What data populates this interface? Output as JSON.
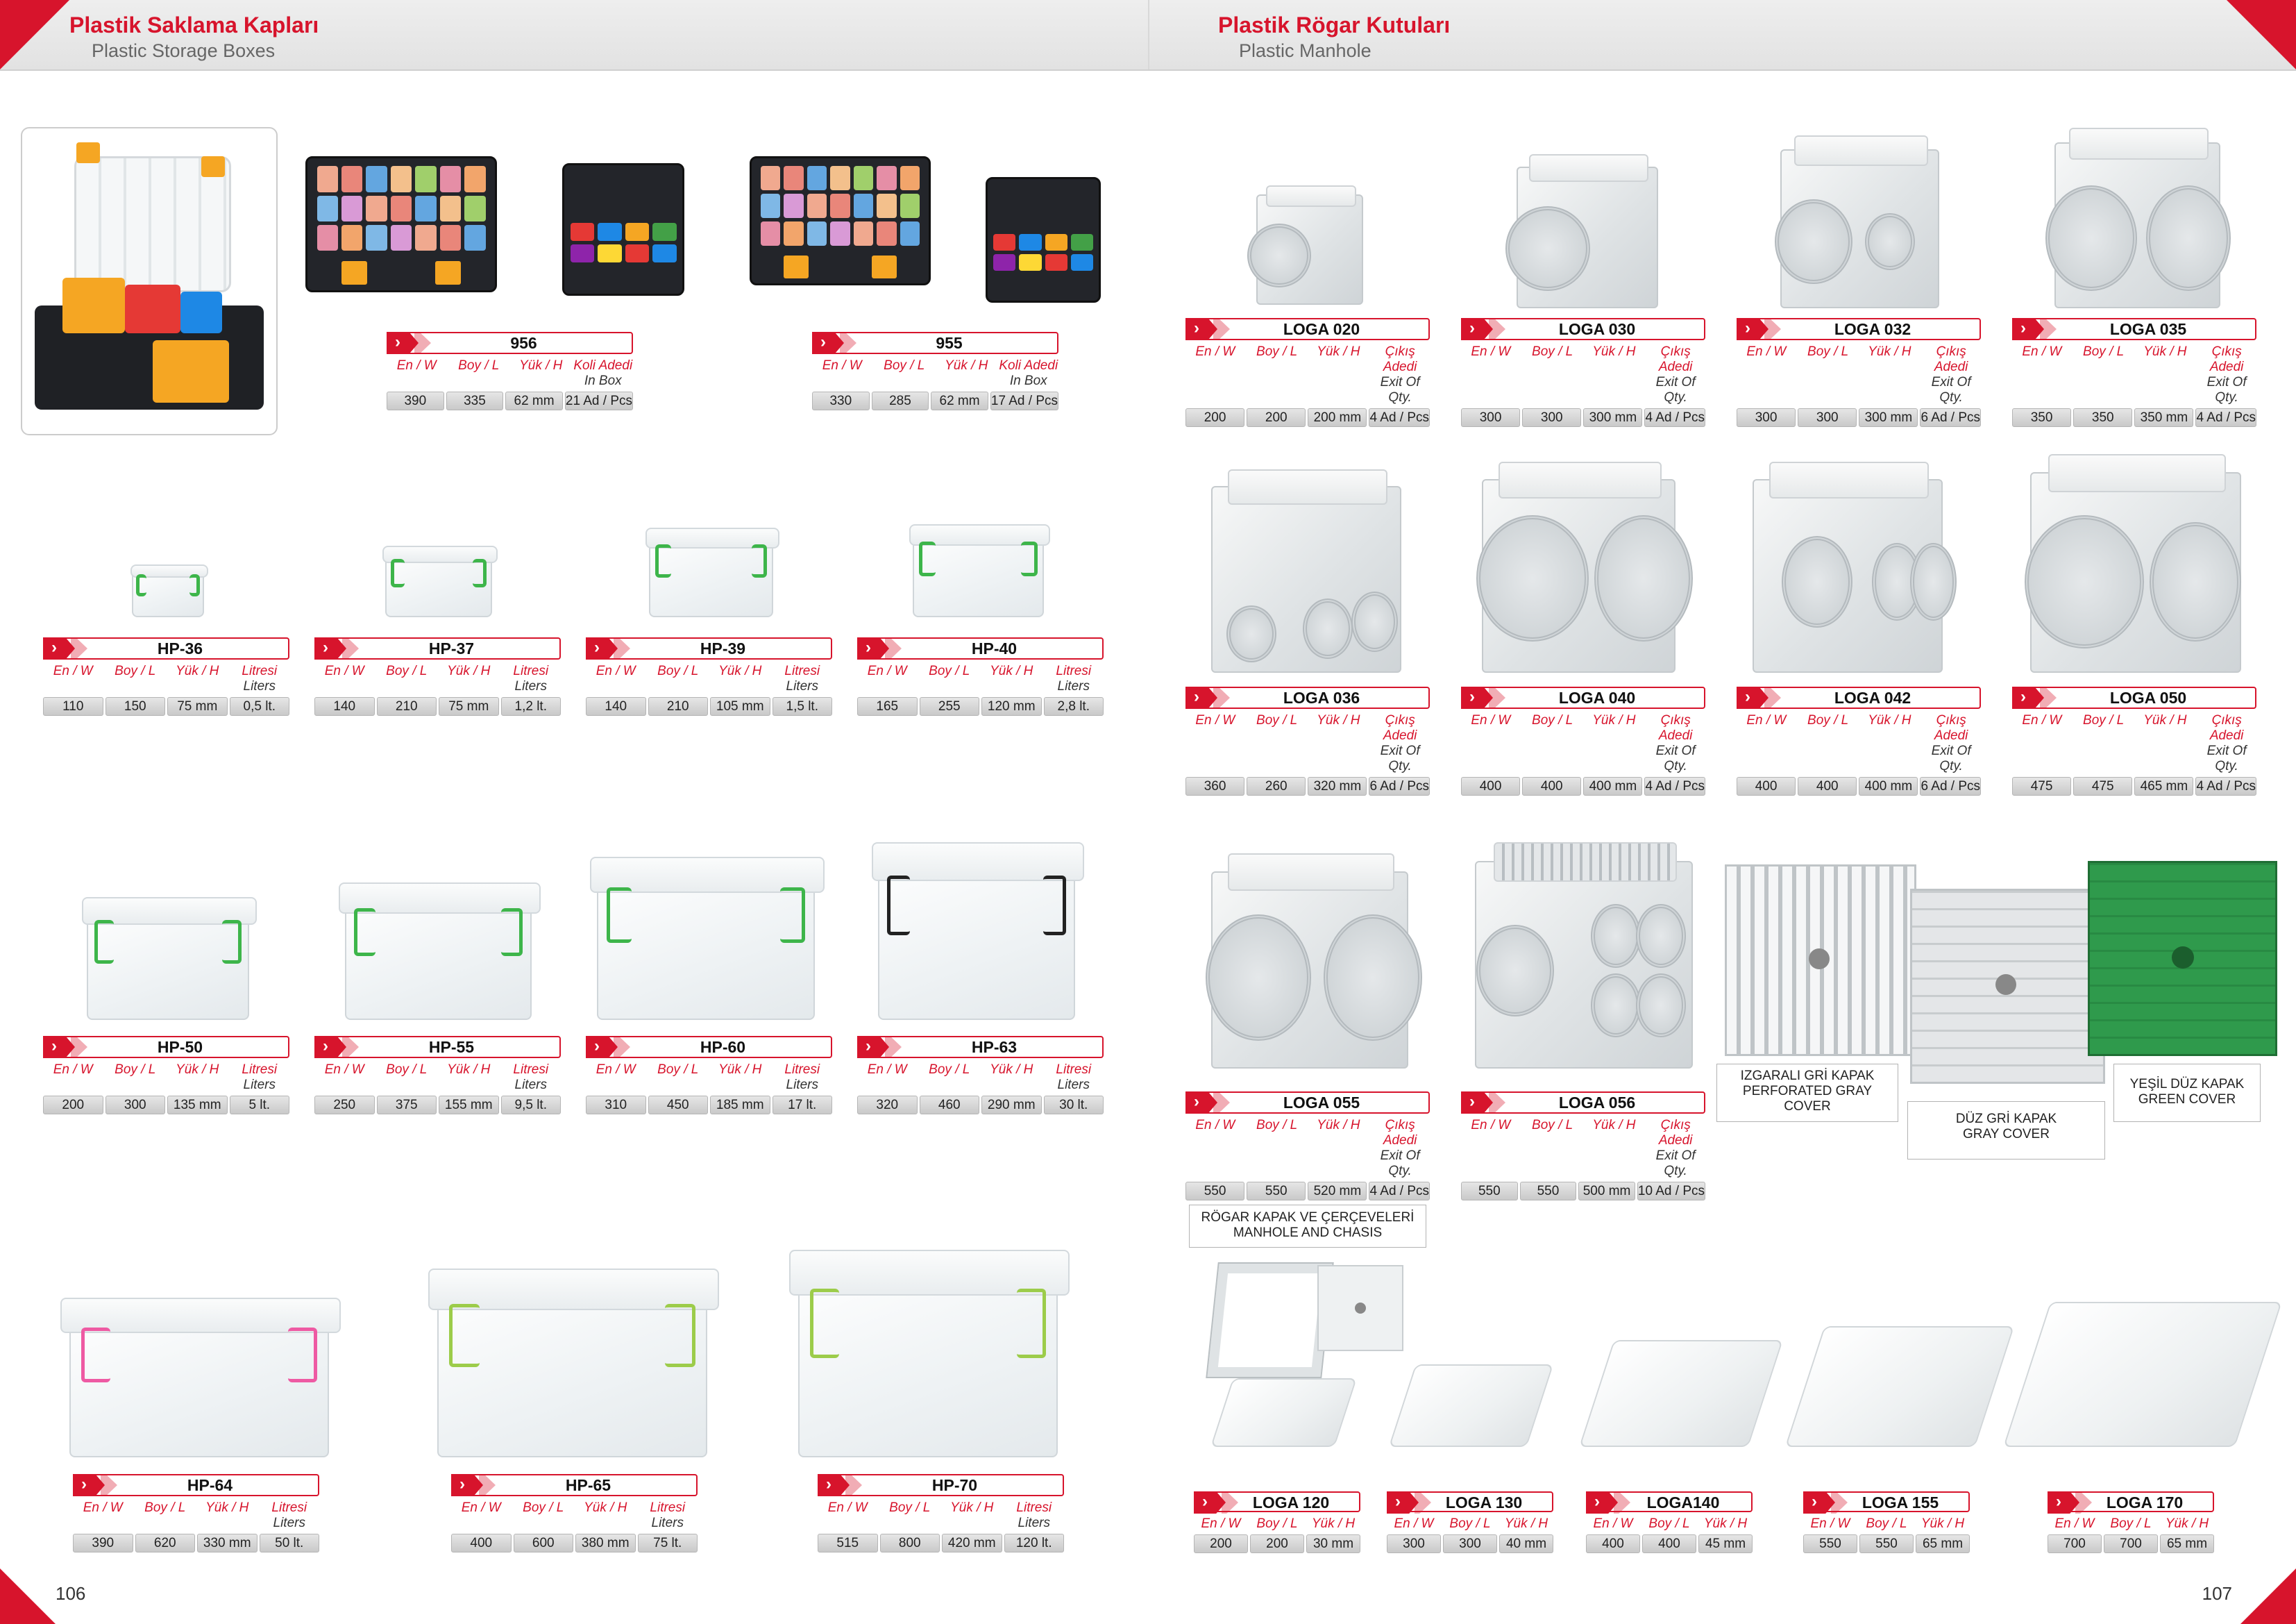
{
  "header": {
    "left_title_tr": "Plastik Saklama Kapları",
    "left_title_en": "Plastic Storage Boxes",
    "right_title_tr": "Plastik Rögar Kutuları",
    "right_title_en": "Plastic Manhole"
  },
  "page_numbers": {
    "left": "106",
    "right": "107"
  },
  "labels": {
    "w": "En / W",
    "l": "Boy / L",
    "h": "Yük / H",
    "inbox_tr": "Koli Adedi",
    "inbox_en": "In Box",
    "liters_tr": "Litresi",
    "liters_en": "Liters",
    "exit_tr": "Çıkış Adedi",
    "exit_en": "Exit Of Qty."
  },
  "organizers": [
    {
      "name": "956",
      "values": [
        "390",
        "335",
        "62 mm",
        "21 Ad / Pcs"
      ]
    },
    {
      "name": "955",
      "values": [
        "330",
        "285",
        "62 mm",
        "17 Ad / Pcs"
      ]
    }
  ],
  "boxes_row1": [
    {
      "name": "HP-36",
      "values": [
        "110",
        "150",
        "75 mm",
        "0,5 lt."
      ]
    },
    {
      "name": "HP-37",
      "values": [
        "140",
        "210",
        "75 mm",
        "1,2 lt."
      ]
    },
    {
      "name": "HP-39",
      "values": [
        "140",
        "210",
        "105 mm",
        "1,5 lt."
      ]
    },
    {
      "name": "HP-40",
      "values": [
        "165",
        "255",
        "120 mm",
        "2,8 lt."
      ]
    }
  ],
  "boxes_row2": [
    {
      "name": "HP-50",
      "values": [
        "200",
        "300",
        "135 mm",
        "5 lt."
      ]
    },
    {
      "name": "HP-55",
      "values": [
        "250",
        "375",
        "155 mm",
        "9,5 lt."
      ]
    },
    {
      "name": "HP-60",
      "values": [
        "310",
        "450",
        "185 mm",
        "17 lt."
      ]
    },
    {
      "name": "HP-63",
      "values": [
        "320",
        "460",
        "290 mm",
        "30 lt."
      ]
    }
  ],
  "boxes_row3": [
    {
      "name": "HP-64",
      "values": [
        "390",
        "620",
        "330 mm",
        "50 lt."
      ]
    },
    {
      "name": "HP-65",
      "values": [
        "400",
        "600",
        "380 mm",
        "75 lt."
      ]
    },
    {
      "name": "HP-70",
      "values": [
        "515",
        "800",
        "420 mm",
        "120 lt."
      ]
    }
  ],
  "manhole_row1": [
    {
      "name": "LOGA 020",
      "values": [
        "200",
        "200",
        "200 mm",
        "4 Ad / Pcs"
      ]
    },
    {
      "name": "LOGA 030",
      "values": [
        "300",
        "300",
        "300 mm",
        "4 Ad / Pcs"
      ]
    },
    {
      "name": "LOGA 032",
      "values": [
        "300",
        "300",
        "300 mm",
        "6 Ad / Pcs"
      ]
    },
    {
      "name": "LOGA 035",
      "values": [
        "350",
        "350",
        "350 mm",
        "4 Ad / Pcs"
      ]
    }
  ],
  "manhole_row2": [
    {
      "name": "LOGA 036",
      "values": [
        "360",
        "260",
        "320 mm",
        "6 Ad / Pcs"
      ]
    },
    {
      "name": "LOGA 040",
      "values": [
        "400",
        "400",
        "400 mm",
        "4 Ad / Pcs"
      ]
    },
    {
      "name": "LOGA 042",
      "values": [
        "400",
        "400",
        "400 mm",
        "6 Ad / Pcs"
      ]
    },
    {
      "name": "LOGA 050",
      "values": [
        "475",
        "475",
        "465 mm",
        "4 Ad / Pcs"
      ]
    }
  ],
  "manhole_row3": [
    {
      "name": "LOGA 055",
      "values": [
        "550",
        "550",
        "520 mm",
        "4 Ad / Pcs"
      ]
    },
    {
      "name": "LOGA 056",
      "values": [
        "550",
        "550",
        "500 mm",
        "10 Ad / Pcs"
      ]
    }
  ],
  "covers": {
    "perforated_tr": "IZGARALI GRİ KAPAK",
    "perforated_en": "PERFORATED GRAY COVER",
    "gray_tr": "DÜZ GRİ KAPAK",
    "gray_en": "GRAY COVER",
    "green_tr": "YEŞİL DÜZ KAPAK",
    "green_en": "GREEN COVER",
    "chassis_tr": "RÖGAR KAPAK VE ÇERÇEVELERİ",
    "chassis_en": "MANHOLE AND CHASIS"
  },
  "lids": [
    {
      "name": "LOGA 120",
      "values": [
        "200",
        "200",
        "30 mm"
      ]
    },
    {
      "name": "LOGA 130",
      "values": [
        "300",
        "300",
        "40 mm"
      ]
    },
    {
      "name": "LOGA140",
      "values": [
        "400",
        "400",
        "45 mm"
      ]
    },
    {
      "name": "LOGA 155",
      "values": [
        "550",
        "550",
        "65 mm"
      ]
    },
    {
      "name": "LOGA 170",
      "values": [
        "700",
        "700",
        "65 mm"
      ]
    }
  ],
  "colors": {
    "accent": "#d7142c",
    "header_bg": "#e6e6e6",
    "value_cell": "#d4d4d4",
    "green_cover": "#2f9a4c"
  }
}
